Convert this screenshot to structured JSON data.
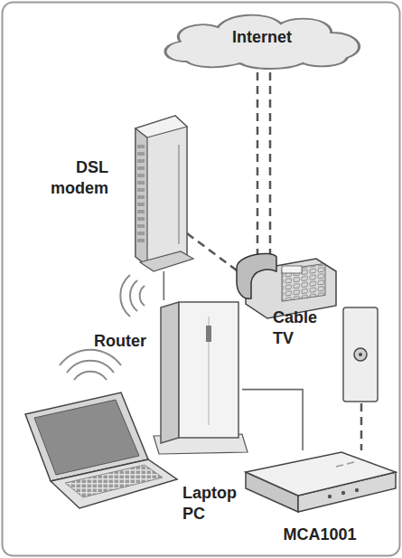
{
  "diagram": {
    "nodes": [
      {
        "text": [
          "Internet"
        ]
      },
      {
        "text": [
          "DSL modem"
        ]
      },
      {
        "text": [
          "Router"
        ]
      },
      {
        "text": [
          "Cable TV"
        ]
      },
      {
        "text": [
          "Laptop PC"
        ]
      },
      {
        "text": [
          "MCA1001"
        ]
      }
    ],
    "edges": [
      {
        "from": 1,
        "to": 2,
        "arrow": "none"
      },
      {
        "from": 2,
        "to": 5,
        "arrow": "none"
      },
      {
        "from": 3,
        "to": 5,
        "arrow": "none"
      }
    ]
  }
}
